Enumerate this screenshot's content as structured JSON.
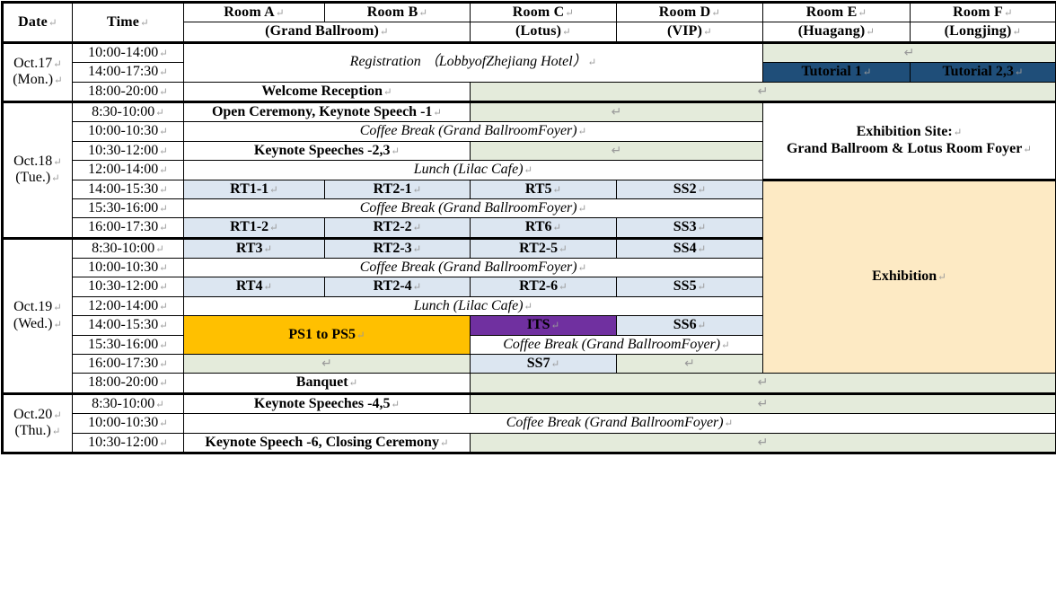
{
  "table": {
    "headers": {
      "date": "Date",
      "time": "Time",
      "room_a": "Room A",
      "room_b": "Room B",
      "rooms_ab_sub": "(Grand Ballroom)",
      "room_c": "Room C",
      "room_c_sub": "(Lotus)",
      "room_d": "Room D",
      "room_d_sub": "(VIP)",
      "room_e": "Room E",
      "room_e_sub": "(Huagang)",
      "room_f": "Room F",
      "room_f_sub": "(Longjing)"
    },
    "days": [
      {
        "id": "oct17",
        "line1": "Oct.17",
        "line2": "(Mon.)"
      },
      {
        "id": "oct18",
        "line1": "Oct.18",
        "line2": "(Tue.)"
      },
      {
        "id": "oct19",
        "line1": "Oct.19",
        "line2": "(Wed.)"
      },
      {
        "id": "oct20",
        "line1": "Oct.20",
        "line2": "(Thu.)"
      }
    ],
    "times": {
      "t1000_1400": "10:00-14:00",
      "t1400_1730": "14:00-17:30",
      "t1800_2000": "18:00-20:00",
      "t0830_1000": "8:30-10:00",
      "t1000_1030": "10:00-10:30",
      "t1030_1200": "10:30-12:00",
      "t1200_1400": "12:00-14:00",
      "t1400_1530": "14:00-15:30",
      "t1530_1600": "15:30-16:00",
      "t1600_1730": "16:00-17:30"
    },
    "sessions": {
      "registration": "Registration （LobbyofZhejiang Hotel）",
      "tutorial_1": "Tutorial 1",
      "tutorial_23": "Tutorial 2,3",
      "welcome_reception": "Welcome Reception",
      "open_ceremony": "Open Ceremony, Keynote Speech -1",
      "coffee_break": "Coffee Break (Grand BallroomFoyer)",
      "keynote_23": "Keynote Speeches -2,3",
      "lunch": "Lunch (Lilac Cafe)",
      "rt1_1": "RT1-1",
      "rt2_1": "RT2-1",
      "rt5": "RT5",
      "ss2": "SS2",
      "rt1_2": "RT1-2",
      "rt2_2": "RT2-2",
      "rt6": "RT6",
      "ss3": "SS3",
      "rt3": "RT3",
      "rt2_3": "RT2-3",
      "rt2_5": "RT2-5",
      "ss4": "SS4",
      "rt4": "RT4",
      "rt2_4": "RT2-4",
      "rt2_6": "RT2-6",
      "ss5": "SS5",
      "ps1_ps5": "PS1 to PS5",
      "its": "ITS",
      "ss6": "SS6",
      "ss7": "SS7",
      "banquet": "Banquet",
      "keynote_45": "Keynote Speeches -4,5",
      "keynote_6_closing": "Keynote Speech -6, Closing Ceremony",
      "exhibition_site_line1": "Exhibition Site:",
      "exhibition_site_line2": "Grand Ballroom & Lotus Room Foyer",
      "exhibition": "Exhibition"
    },
    "empty_marker": "↵"
  },
  "colors": {
    "green": "#e4ebdb",
    "blue": "#dce6f1",
    "cream": "#fdeac4",
    "orange": "#ffc000",
    "purple": "#7030a0",
    "navy": "#1f4e79",
    "border": "#000000"
  }
}
